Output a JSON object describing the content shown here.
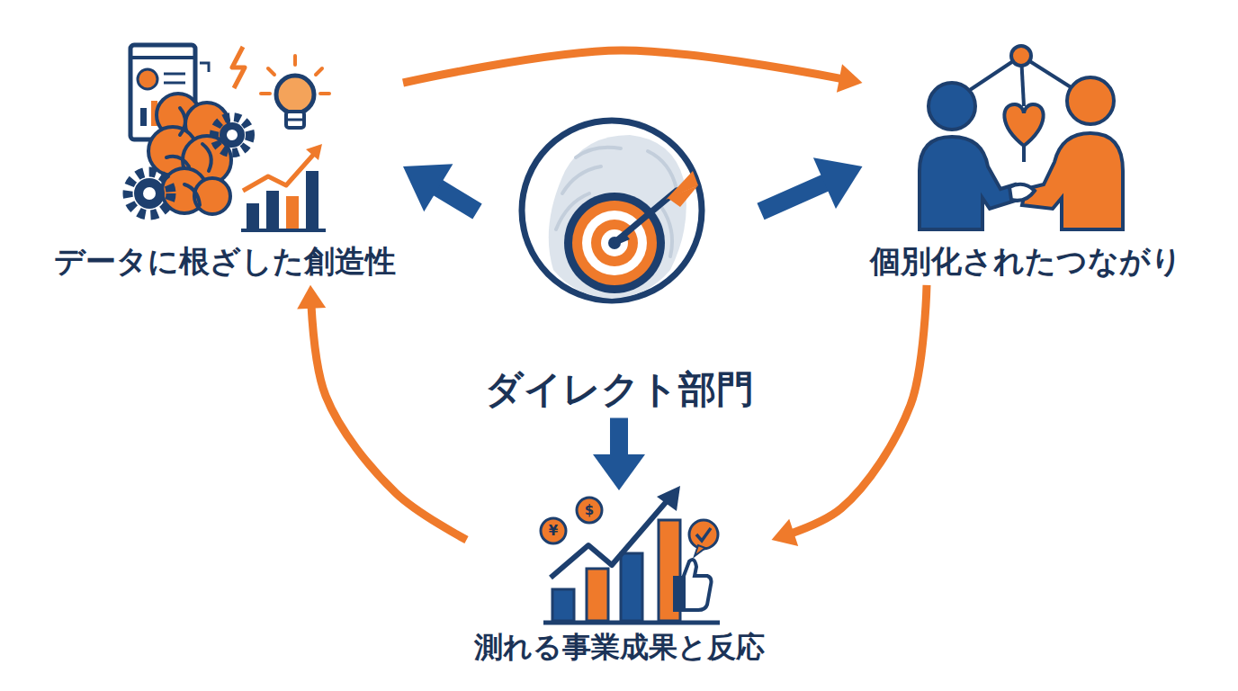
{
  "diagram": {
    "nodes": [
      {
        "text": [
          "ダイレクト部門"
        ]
      },
      {
        "text": [
          "データに根ざした創造性"
        ]
      },
      {
        "text": [
          "個別化されたつながり"
        ]
      },
      {
        "text": [
          "測れる事業成果と反応"
        ]
      }
    ],
    "edges": [
      {
        "from": 0,
        "to": 1,
        "arrow": "to"
      },
      {
        "from": 0,
        "to": 2,
        "arrow": "to"
      },
      {
        "from": 0,
        "to": 3,
        "arrow": "to"
      },
      {
        "from": 1,
        "to": 2,
        "arrow": "to"
      },
      {
        "from": 2,
        "to": 3,
        "arrow": "to"
      },
      {
        "from": 3,
        "to": 1,
        "arrow": "to"
      }
    ],
    "labels": [
      "¥",
      "$"
    ]
  }
}
